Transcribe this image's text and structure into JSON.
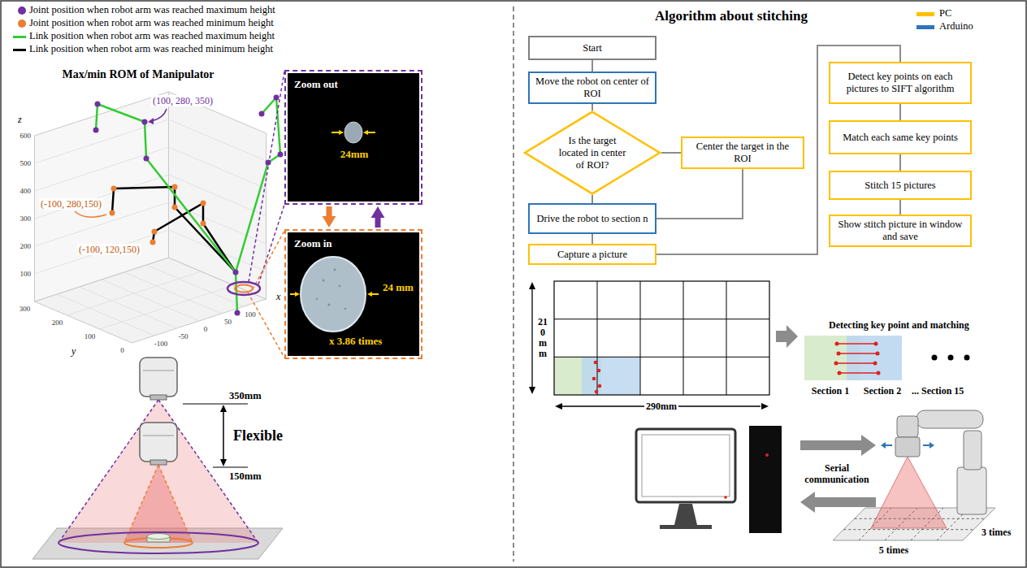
{
  "diagram": {
    "title": "Algorithm about stitching",
    "nodes": [
      {
        "text": [
          "Zoom out",
          "24mm"
        ]
      },
      {
        "text": [
          "Zoom in",
          "24 mm",
          "x 3.86 times"
        ]
      },
      {
        "text": [
          "Start"
        ]
      },
      {
        "text": [
          "Move the robot on center of ROI"
        ]
      },
      {
        "text": [
          "Is the target located in center of ROI?"
        ]
      },
      {
        "text": [
          "Center the target in the ROI"
        ]
      },
      {
        "text": [
          "Drive the robot to section n"
        ]
      },
      {
        "text": [
          "Capture a picture"
        ]
      },
      {
        "text": [
          "Detect key points on each pictures to SIFT algorithm"
        ]
      },
      {
        "text": [
          "Match each same key points"
        ]
      },
      {
        "text": [
          "Stitch 15 pictures"
        ]
      },
      {
        "text": [
          "Show stitch picture in window and save"
        ]
      }
    ],
    "edges": [
      {
        "from": 0,
        "to": 1,
        "arrow": "to"
      },
      {
        "from": 1,
        "to": 0,
        "arrow": "to"
      },
      {
        "from": 2,
        "to": 3,
        "arrow": "none"
      },
      {
        "from": 3,
        "to": 4,
        "arrow": "none"
      },
      {
        "from": 4,
        "to": 5,
        "arrow": "none"
      },
      {
        "from": 4,
        "to": 6,
        "arrow": "none"
      },
      {
        "from": 5,
        "to": 6,
        "arrow": "none"
      },
      {
        "from": 6,
        "to": 7,
        "arrow": "none"
      },
      {
        "from": 7,
        "to": 8,
        "arrow": "none"
      },
      {
        "from": 8,
        "to": 9,
        "arrow": "none"
      },
      {
        "from": 9,
        "to": 10,
        "arrow": "none"
      },
      {
        "from": 10,
        "to": 11,
        "arrow": "none"
      }
    ],
    "labels": [
      "Max/min ROM of Manipulator",
      "(100, 280, 350)",
      "(-100, 280,150)",
      "(-100, 120,150)",
      "z",
      "y",
      "x",
      "100",
      "200",
      "300",
      "400",
      "500",
      "600",
      "0",
      "100",
      "200",
      "300",
      "-100",
      "-50",
      "0",
      "50",
      "100",
      "350mm",
      "150mm",
      "Flexible",
      "210mm",
      "290mm",
      "Detecting key point and matching",
      "Section 1",
      "Section 2",
      "... Section 15",
      "Serial communication",
      "5 times",
      "3 times"
    ],
    "legend": [
      {
        "text": "Joint position when robot arm was reached maximum height",
        "color": "#7030a0"
      },
      {
        "text": "Joint position when robot arm was reached minimum height",
        "color": "#ed7d31"
      },
      {
        "text": "Link position when robot arm was reached maximum height"
      },
      {
        "text": "Link position when robot arm was reached minimum height"
      },
      {
        "text": "PC",
        "color": "#ffc000"
      },
      {
        "text": "Arduino",
        "color": "#2e75b6"
      }
    ]
  }
}
